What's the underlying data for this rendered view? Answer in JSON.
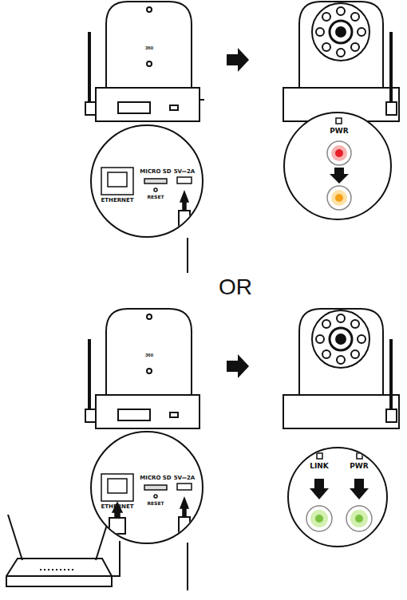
{
  "diagram": {
    "nodes": [
      {
        "text": [
          "ETHERNET",
          "MICRO SD",
          "RESET",
          "5V⎓2A"
        ]
      },
      {
        "text": [
          "PWR"
        ]
      },
      {
        "text": [
          "ETHERNET",
          "MICRO SD",
          "RESET",
          "5V⎓2A"
        ]
      },
      {
        "text": [
          "LINK",
          "PWR"
        ]
      }
    ],
    "labels": [
      "360",
      "360",
      "OR"
    ]
  }
}
